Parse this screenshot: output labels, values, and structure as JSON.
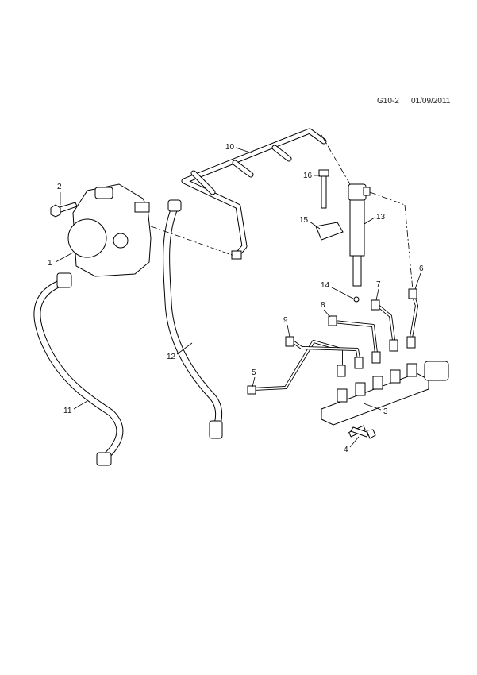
{
  "header": {
    "diagram_code": "G10-2",
    "date": "01/09/2011"
  },
  "callouts": [
    "1",
    "2",
    "3",
    "4",
    "5",
    "6",
    "7",
    "8",
    "9",
    "10",
    "11",
    "12",
    "13",
    "14",
    "15",
    "16"
  ]
}
